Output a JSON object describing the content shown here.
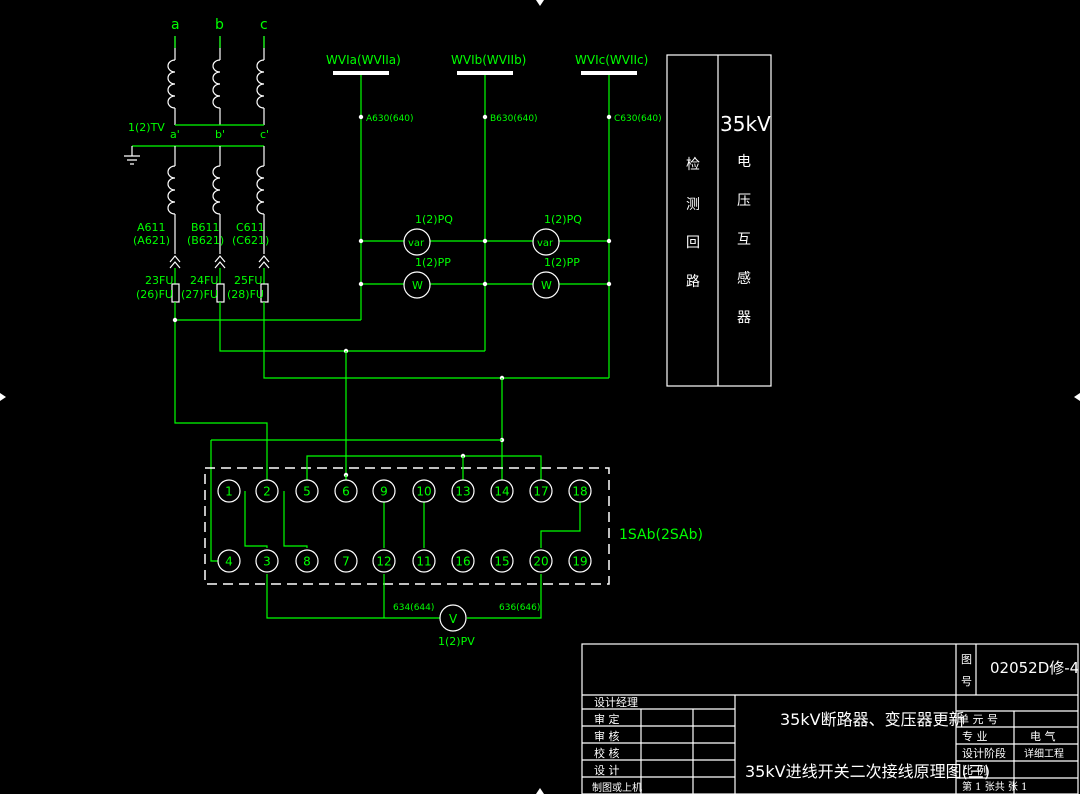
{
  "phases": [
    "a",
    "b",
    "c"
  ],
  "pt_label": "1(2)TV",
  "pt_secondary": [
    "a'",
    "b'",
    "c'"
  ],
  "pt_wires": [
    {
      "top": "A611",
      "bottom": "(A621)"
    },
    {
      "top": "B611",
      "bottom": "(B621)"
    },
    {
      "top": "C611",
      "bottom": "(C621)"
    }
  ],
  "fuses": [
    {
      "top": "23FU",
      "bottom": "(26)FU"
    },
    {
      "top": "24FU",
      "bottom": "(27)FU"
    },
    {
      "top": "25FU",
      "bottom": "(28)FU"
    }
  ],
  "buses": [
    {
      "label": "WVIa(WVIIa)",
      "wire": "A630(640)"
    },
    {
      "label": "WVIb(WVIIb)",
      "wire": "B630(640)"
    },
    {
      "label": "WVIc(WVIIc)",
      "wire": "C630(640)"
    }
  ],
  "meters": {
    "var_label": "1(2)PQ",
    "var_symbol": "var",
    "w_label": "1(2)PP",
    "w_symbol": "W",
    "v_label": "1(2)PV",
    "v_symbol": "V"
  },
  "side_box": {
    "left_text": [
      "检",
      "测",
      "回",
      "路"
    ],
    "title": "35kV",
    "right_text": [
      "电",
      "压",
      "互",
      "感",
      "器"
    ]
  },
  "switch": {
    "label": "1SAb(2SAb)",
    "top_row": [
      "1",
      "2",
      "5",
      "6",
      "9",
      "10",
      "13",
      "14",
      "17",
      "18"
    ],
    "bottom_row": [
      "4",
      "3",
      "8",
      "7",
      "12",
      "11",
      "16",
      "15",
      "20",
      "19"
    ],
    "wire_left": "634(644)",
    "wire_right": "636(646)"
  },
  "title_block": {
    "drawing_no_label": [
      "图",
      "号"
    ],
    "drawing_no": "02052D修-4",
    "roles": [
      "设计经理",
      "审  定",
      "审  核",
      "校  核",
      "设  计",
      "制图或上机"
    ],
    "project": "35kV断路器、变压器更新",
    "drawing_title": "35kV进线开关二次接线原理图(三)",
    "unit_label": "单  元  号",
    "discipline_label": "专    业",
    "discipline": "电  气",
    "stage_label": "设计阶段",
    "stage": "详细工程",
    "scale_label": "比    例",
    "sheet": "第 1 张共    张 1"
  }
}
